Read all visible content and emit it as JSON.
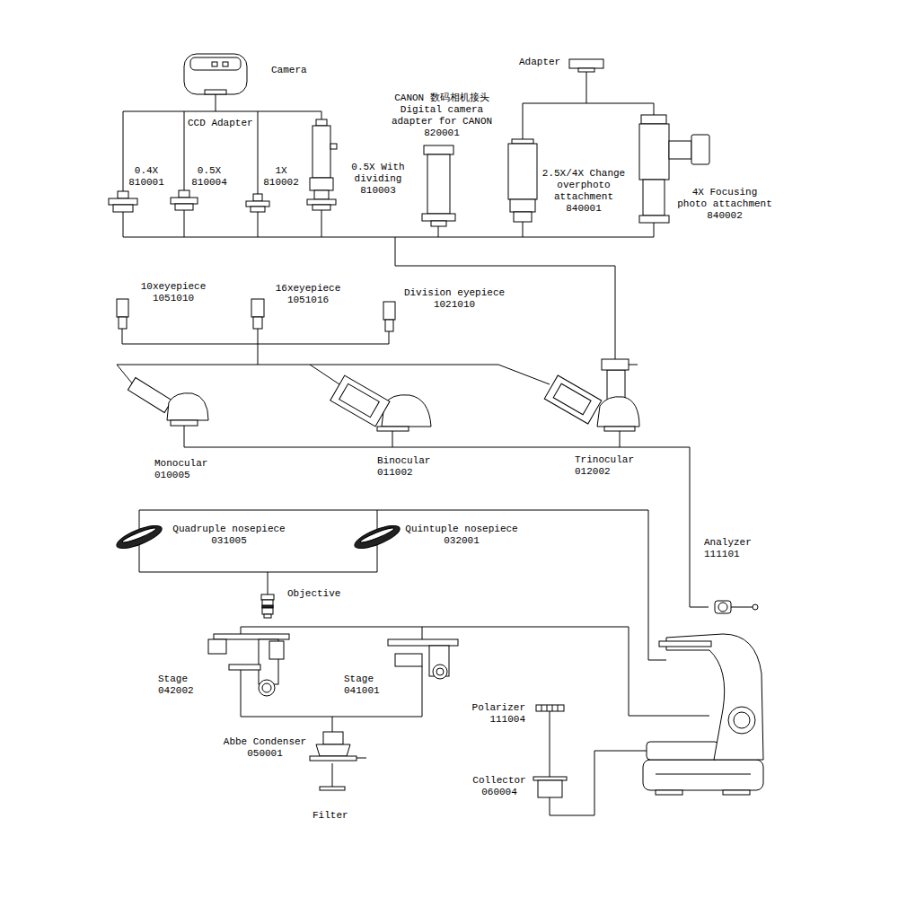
{
  "diagram": {
    "labels": [
      "Camera",
      "CCD Adapter",
      "0.4X 810001",
      "0.5X 810004",
      "1X 810002",
      "0.5X With dividing 810003",
      "Adapter",
      "CANON 数码相机接头 Digital camera adapter for CANON 820001",
      "2.5X/4X Change overphoto attachment 840001",
      "4X Focusing photo attachment 840002",
      "10xeyepiece 1051010",
      "16xeyepiece 1051016",
      "Division eyepiece 1021010",
      "Monocular 010005",
      "Binocular 011002",
      "Trinocular 012002",
      "Quadruple nosepiece 031005",
      "Quintuple nosepiece 032001",
      "Analyzer 111101",
      "Objective",
      "Stage 042002",
      "Stage 041001",
      "Polarizer 111004",
      "Abbe Condenser 050001",
      "Collector 060004",
      "Filter"
    ]
  }
}
